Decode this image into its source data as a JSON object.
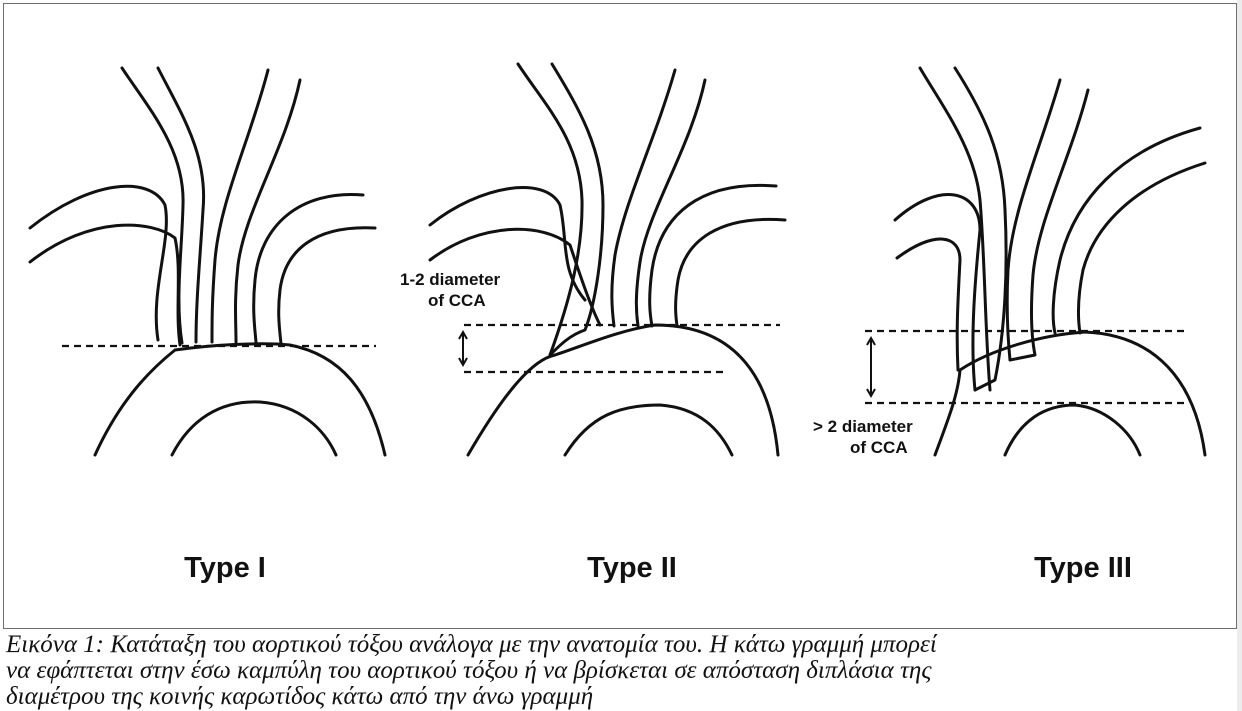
{
  "panels": [
    {
      "type_label": "Type I",
      "annotation_lines": []
    },
    {
      "type_label": "Type II",
      "annotation_lines": [
        "1-2 diameter",
        "of CCA"
      ]
    },
    {
      "type_label": "Type III",
      "annotation_lines": [
        "> 2 diameter",
        "of CCA"
      ]
    }
  ],
  "caption": {
    "lines": [
      "Εικόνα 1: Κατάταξη του αορτικού τόξου ανάλογα με την ανατομία του. Η κάτω γραμμή μπορεί",
      "να εφάπτεται στην έσω καμπύλη του αορτικού τόξου ή να  βρίσκεται σε απόσταση διπλάσια της",
      "διαμέτρου της κοινής καρωτίδος κάτω από την άνω γραμμή"
    ]
  }
}
